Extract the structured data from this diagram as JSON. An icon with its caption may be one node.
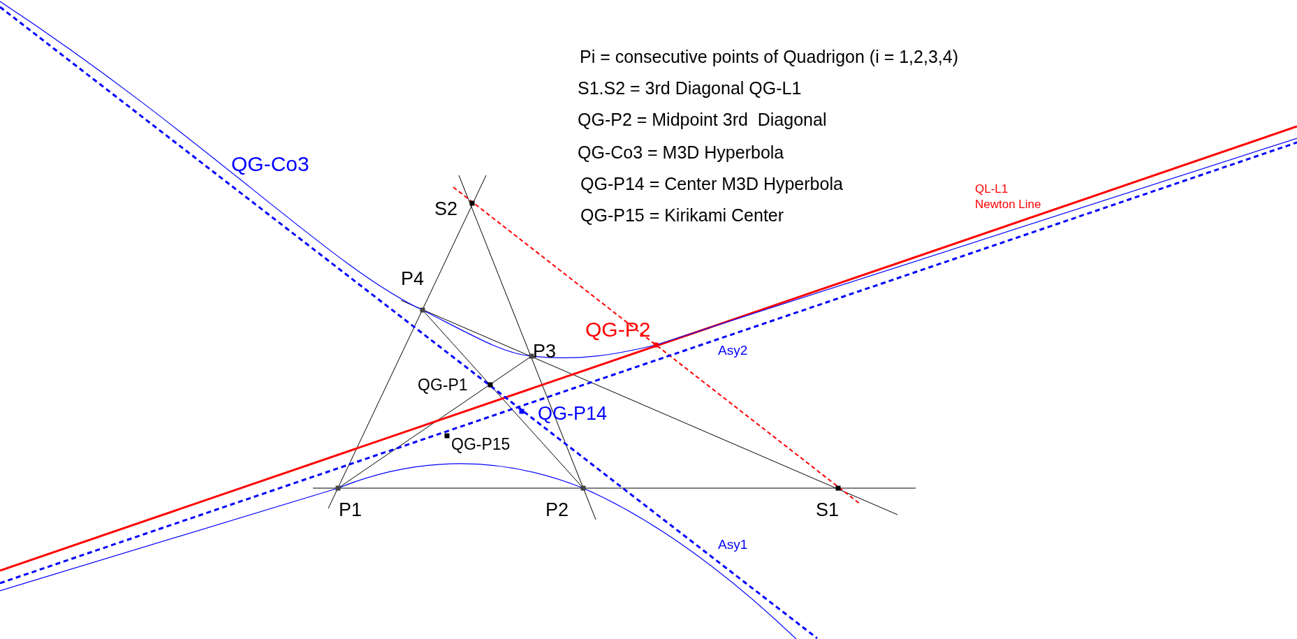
{
  "diagram": {
    "labels": [
      "Pi = consecutive points of Quadrigon (i = 1,2,3,4)",
      "S1.S2 = 3rd Diagonal QG-L1",
      "QG-P2 = Midpoint 3rd  Diagonal",
      "QG-Co3 = M3D Hyperbola",
      "QG-P14 = Center M3D Hyperbola",
      "QG-P15 = Kirikami Center",
      "QG-Co3",
      "S2",
      "QL-L1",
      "Newton Line",
      "P4",
      "QG-P2",
      "P3",
      "Asy2",
      "QG-P1",
      "QG-P14",
      "QG-P15",
      "P1",
      "P2",
      "S1",
      "Asy1"
    ]
  }
}
